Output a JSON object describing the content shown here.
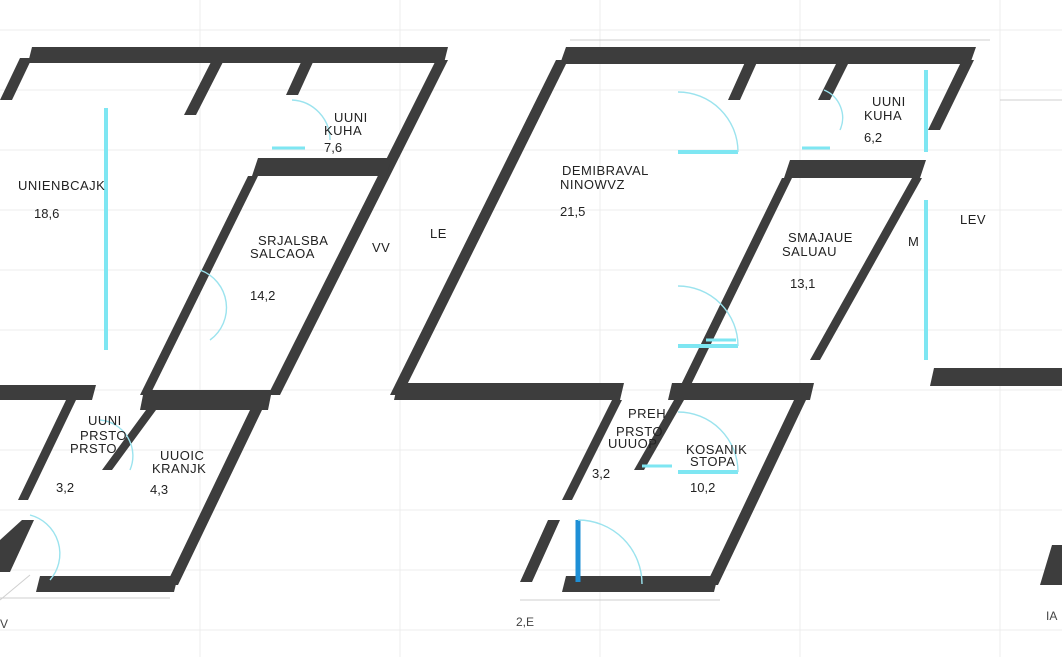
{
  "plan": {
    "left_unit": {
      "room1_label": "UNIENBCAJK",
      "room1_area": "18,6",
      "room2_label": "UUNI",
      "room2_sub": "KUHA",
      "room2_area": "7,6",
      "room3_label": "SRJALSBA",
      "room3_sub": "SALCAOA",
      "room3_area": "14,2",
      "room4_label": "UUNI",
      "room4_sub": "PRSTO",
      "room4_sub2": "PRSTO",
      "room4_area": "3,2",
      "room5_label": "UUOIC",
      "room5_sub": "KRANJK",
      "room5_area": "4,3",
      "tag_a": "VV",
      "tag_b": "LE"
    },
    "right_unit": {
      "room1_label": "DEMIBRAVAL",
      "room1_sub": "NINOWVZ",
      "room1_area": "21,5",
      "room2_label": "UUNI",
      "room2_sub": "KUHA",
      "room2_area": "6,2",
      "room3_label": "SMAJAUE",
      "room3_sub": "SALUAU",
      "room3_area": "13,1",
      "room4_label": "PREH",
      "room4_sub": "PRSTO",
      "room4_sub2": "UUUOP",
      "room4_area": "3,2",
      "room5_label": "KOSANIK",
      "room5_sub": "STOPA",
      "room5_area": "10,2",
      "tag_a": "LEV",
      "tag_b": "M"
    },
    "edge_labels": {
      "bottom_mid": "2,E",
      "bottom_left": "V",
      "bottom_right": "IA"
    },
    "colors": {
      "wall": "#3d3d3d",
      "window": "#7ee6f2",
      "door_arc": "#9be3ee",
      "grid": "#ececec"
    }
  }
}
